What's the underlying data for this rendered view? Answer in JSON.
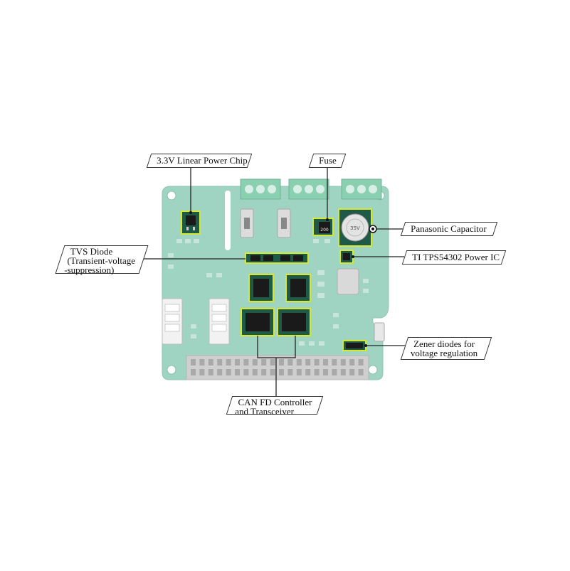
{
  "labels": {
    "linear_power_chip": "3.3V Linear Power Chip",
    "fuse": "Fuse",
    "panasonic_capacitor": "Panasonic Capacitor",
    "tvs_diode_line1": "TVS Diode",
    "tvs_diode_line2": "(Transient-voltage",
    "tvs_diode_line3": "-suppression)",
    "ti_power_ic": "TI TPS54302 Power IC",
    "zener_line1": "Zener diodes for",
    "zener_line2": "voltage regulation",
    "can_fd_line1": "CAN FD Controller",
    "can_fd_line2": "and Transceiver"
  },
  "capacitor_marking": "35V",
  "fuse_marking": "200",
  "colors": {
    "board": "#9fd4c2",
    "highlight": "#d6e832",
    "chip": "#1a1a1a",
    "leader_line": "#222222",
    "background": "#ffffff"
  }
}
